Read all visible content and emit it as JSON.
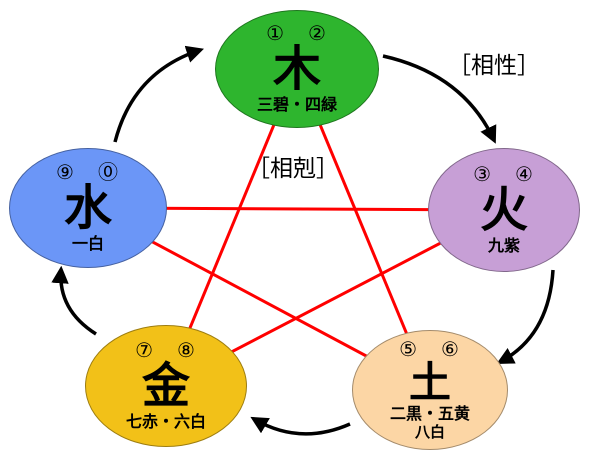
{
  "diagram": {
    "relation_labels": {
      "generating": "［相性］",
      "overcoming": "［相剋］"
    },
    "elements": {
      "wood": {
        "numbers": "①　②",
        "kanji": "木",
        "stars": "三碧・四緑"
      },
      "fire": {
        "numbers": "③　④",
        "kanji": "火",
        "stars": "九紫"
      },
      "earth": {
        "numbers": "⑤　⑥",
        "kanji": "土",
        "stars": "二黒・五黄",
        "stars2": "八白"
      },
      "metal": {
        "numbers": "⑦　⑧",
        "kanji": "金",
        "stars": "七赤・六白"
      },
      "water": {
        "numbers": "⑨　⓪",
        "kanji": "水",
        "stars": "一白"
      }
    },
    "colors": {
      "wood": "#2eb52e",
      "fire": "#c79fd6",
      "earth": "#fcd6a5",
      "metal": "#f2c118",
      "water": "#6b96f7",
      "overcoming_line": "#ff0000",
      "generating_arrow": "#000000",
      "background": "#ffffff"
    }
  }
}
